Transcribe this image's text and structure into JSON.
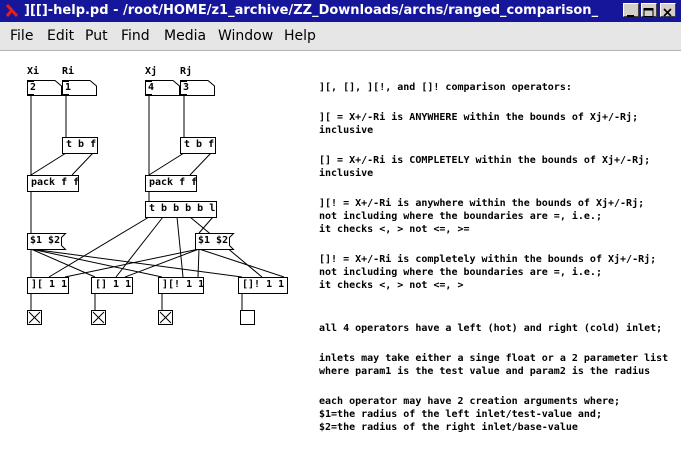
{
  "window": {
    "title": "][[]-help.pd  - /root/HOME/z1_archive/ZZ_Downloads/archs/ranged_comparison_"
  },
  "menu": [
    "File",
    "Edit",
    "Put",
    "Find",
    "Media",
    "Window",
    "Help"
  ],
  "labels": {
    "xi": "Xi",
    "ri": "Ri",
    "xj": "Xj",
    "rj": "Rj"
  },
  "numbers": {
    "xi": "2",
    "ri": "1",
    "xj": "4",
    "rj": "3"
  },
  "objects": {
    "tbf_left": "t b f",
    "tbf_right": "t b f",
    "pack_left": "pack f f",
    "pack_right": "pack f f",
    "tbbbbl": "t b b b b l",
    "msg_left": "$1 $2",
    "msg_right": "$1 $2",
    "op1": "][ 1 1",
    "op2": "[] 1 1",
    "op3": "][! 1 1",
    "op4": "[]! 1 1"
  },
  "comments": {
    "heading": "][, [], ][!, and []! comparison operators:",
    "c1": "][ = X+/-Ri is ANYWHERE within the bounds of Xj+/-Rj;\ninclusive",
    "c2": "[] = X+/-Ri is COMPLETELY within the bounds of Xj+/-Rj;\ninclusive",
    "c3": "][! = X+/-Ri is anywhere within the bounds of Xj+/-Rj;\nnot including where the boundaries are =, i.e.;\nit checks <, > not <=, >=",
    "c4": "[]! = X+/-Ri is completely within the bounds of Xj+/-Rj;\nnot including where the boundaries are =, i.e.;\nit checks <, > not <=, >",
    "c5": "all 4 operators have a left (hot) and right (cold) inlet;",
    "c6": "inlets may take either a singe float or a 2 parameter list\nwhere param1 is the test value and param2 is the radius",
    "c7": "each operator may have 2 creation arguments where;\n$1=the radius of the left inlet/test-value and;\n$2=the radius of the right inlet/base-value"
  },
  "toggles": [
    true,
    true,
    true,
    false
  ]
}
